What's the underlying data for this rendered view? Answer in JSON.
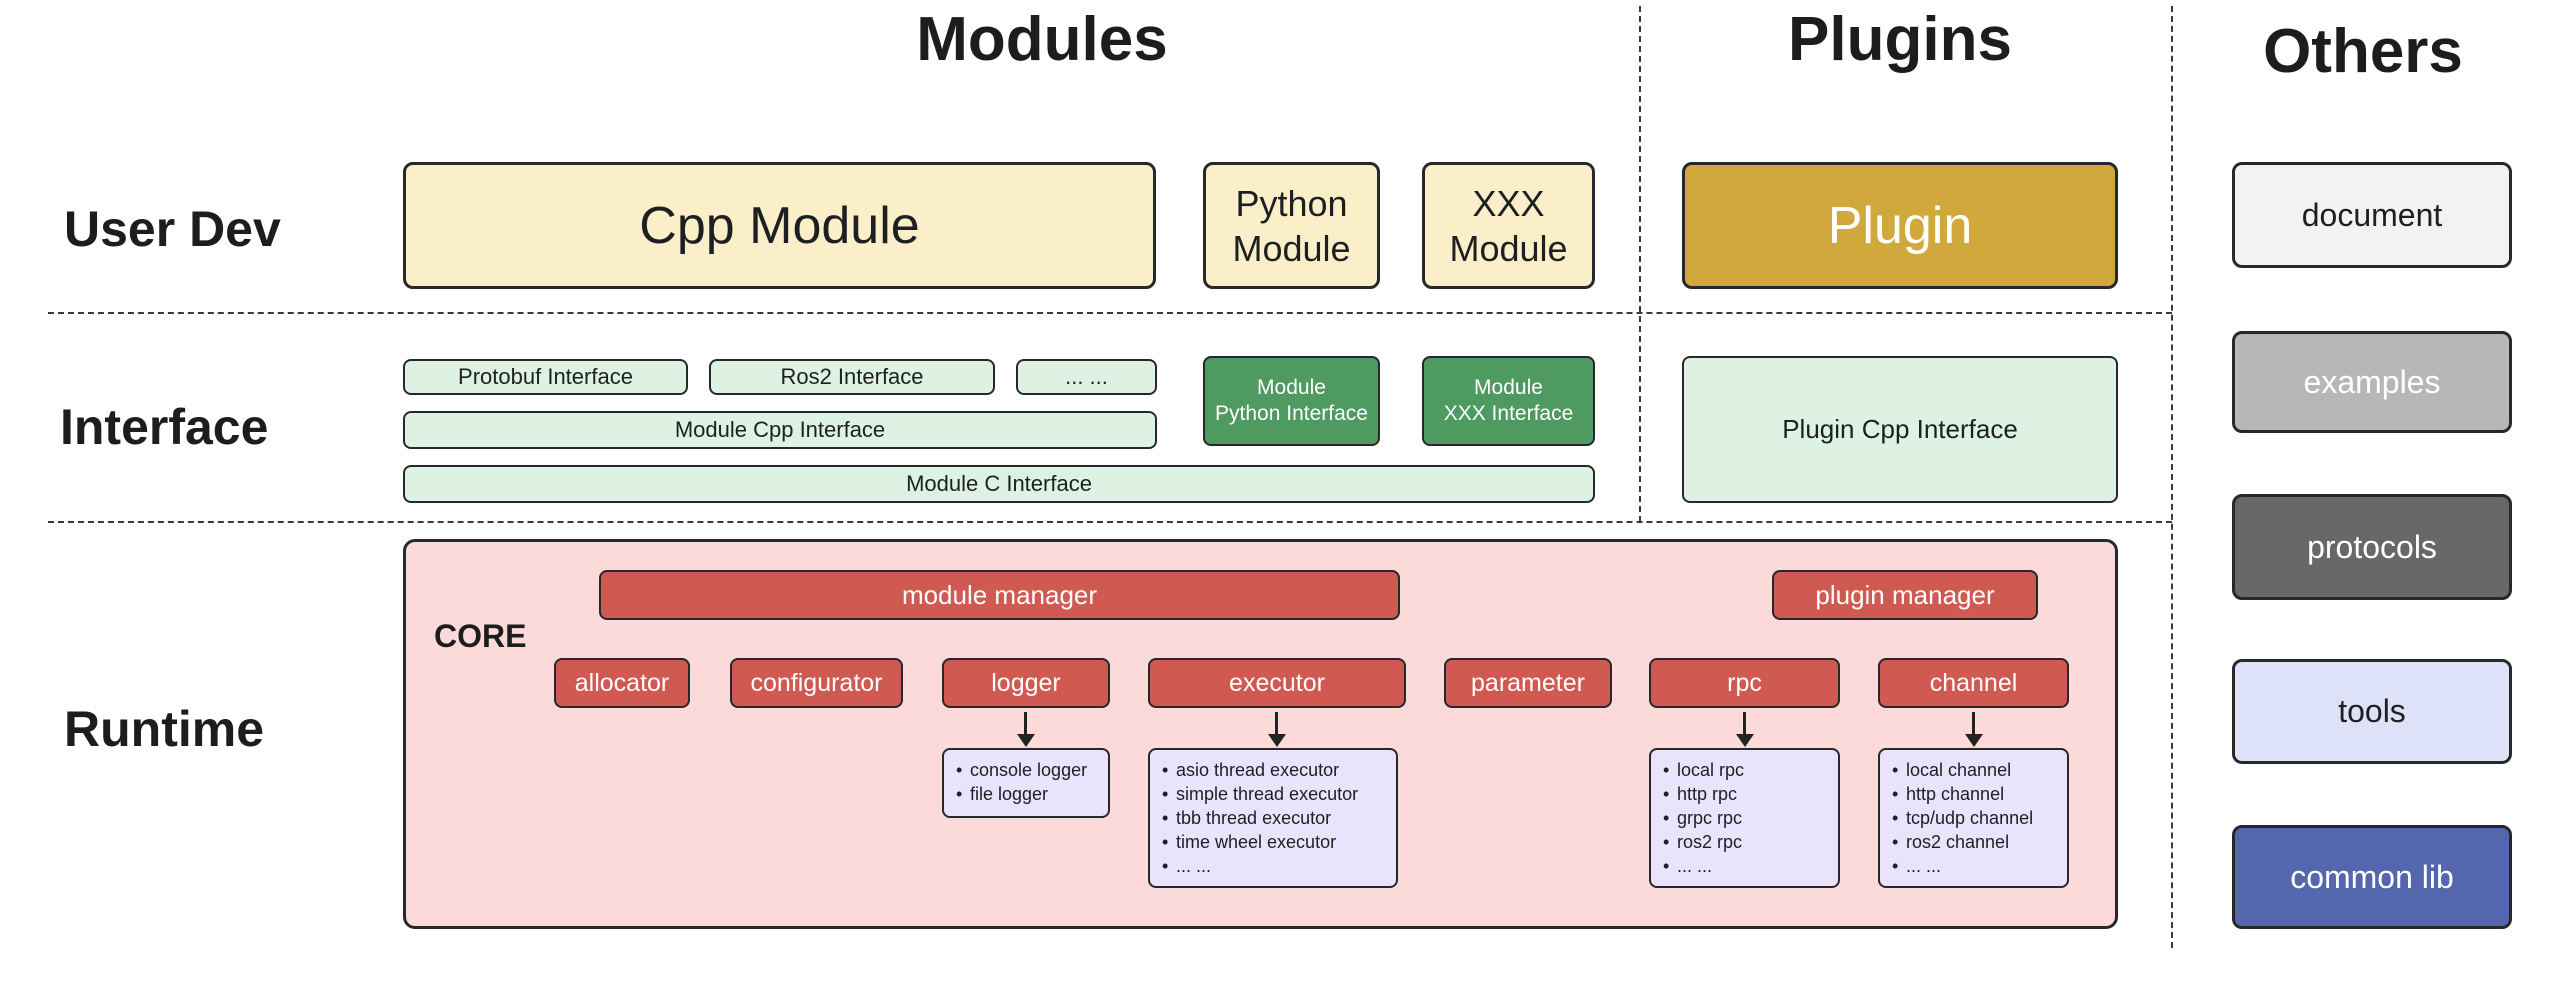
{
  "headers": {
    "modules": "Modules",
    "plugins": "Plugins",
    "others": "Others"
  },
  "row_labels": {
    "user_dev": "User Dev",
    "interface": "Interface",
    "runtime": "Runtime"
  },
  "user_dev": {
    "cpp_module": "Cpp Module",
    "python_module": "Python\nModule",
    "xxx_module": "XXX\nModule",
    "plugin": "Plugin"
  },
  "interface": {
    "protobuf_interface": "Protobuf Interface",
    "ros2_interface": "Ros2 Interface",
    "more_interfaces": "... ...",
    "module_python_interface": "Module\nPython Interface",
    "module_xxx_interface": "Module\nXXX Interface",
    "module_cpp_interface": "Module Cpp Interface",
    "module_c_interface": "Module C Interface",
    "plugin_cpp_interface": "Plugin Cpp Interface"
  },
  "runtime": {
    "core_label": "CORE",
    "module_manager": "module manager",
    "plugin_manager": "plugin manager",
    "components": [
      "allocator",
      "configurator",
      "logger",
      "executor",
      "parameter",
      "rpc",
      "channel"
    ],
    "logger_impls": [
      "console logger",
      "file logger"
    ],
    "executor_impls": [
      "asio thread executor",
      "simple thread executor",
      "tbb thread executor",
      "time wheel executor",
      "... ..."
    ],
    "rpc_impls": [
      "local rpc",
      "http rpc",
      "grpc rpc",
      "ros2 rpc",
      "... ..."
    ],
    "channel_impls": [
      "local channel",
      "http channel",
      "tcp/udp channel",
      "ros2 channel",
      "... ..."
    ]
  },
  "others": {
    "document": "document",
    "examples": "examples",
    "protocols": "protocols",
    "tools": "tools",
    "common_lib": "common lib"
  },
  "palette": {
    "border": "#26282b",
    "cream": "#fbefc9",
    "gold": "#d1a83c",
    "mint": "#def2e4",
    "dark_green": "#4e9a60",
    "red": "#d05a52",
    "pink_core": "#fcdada",
    "lavender": "#e9e3fb",
    "others_document": "#f2f2f2",
    "others_examples": "#b7b7b7",
    "others_protocols": "#686868",
    "others_tools": "#dee2f8",
    "others_common_lib": "#5466ae"
  }
}
